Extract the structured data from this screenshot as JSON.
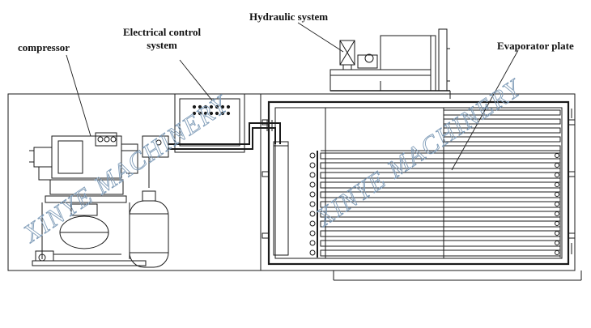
{
  "labels": {
    "compressor": "compressor",
    "electrical_line1": "Electrical control",
    "electrical_line2": "system",
    "hydraulic": "Hydraulic system",
    "evaporator": "Evaporator plate"
  },
  "watermark": {
    "left": "XINYE MACHINERY",
    "right": "XINYE MACHINERY"
  },
  "colors": {
    "line": "#1a1a1a",
    "watermark": "#7f9cb8",
    "background": "#ffffff"
  }
}
